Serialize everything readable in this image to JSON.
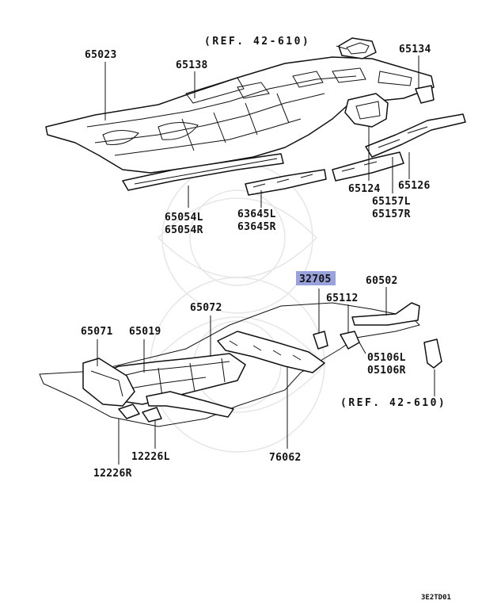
{
  "accent_color": "#9aa2dc",
  "reference_top": "(REF. 42-610)",
  "reference_bottom": "(REF. 42-610)",
  "highlighted_part": "32705",
  "top_assembly": {
    "labels": [
      "65023",
      "65138",
      "65134",
      "65124",
      "65126",
      "65054L",
      "65054R",
      "63645L",
      "63645R",
      "65157L",
      "65157R"
    ]
  },
  "bottom_assembly": {
    "labels": [
      "65072",
      "32705",
      "60502",
      "65112",
      "65071",
      "65019",
      "05106L",
      "05106R",
      "12226L",
      "12226R",
      "76062"
    ]
  },
  "diagram_code": "3E2TD01"
}
